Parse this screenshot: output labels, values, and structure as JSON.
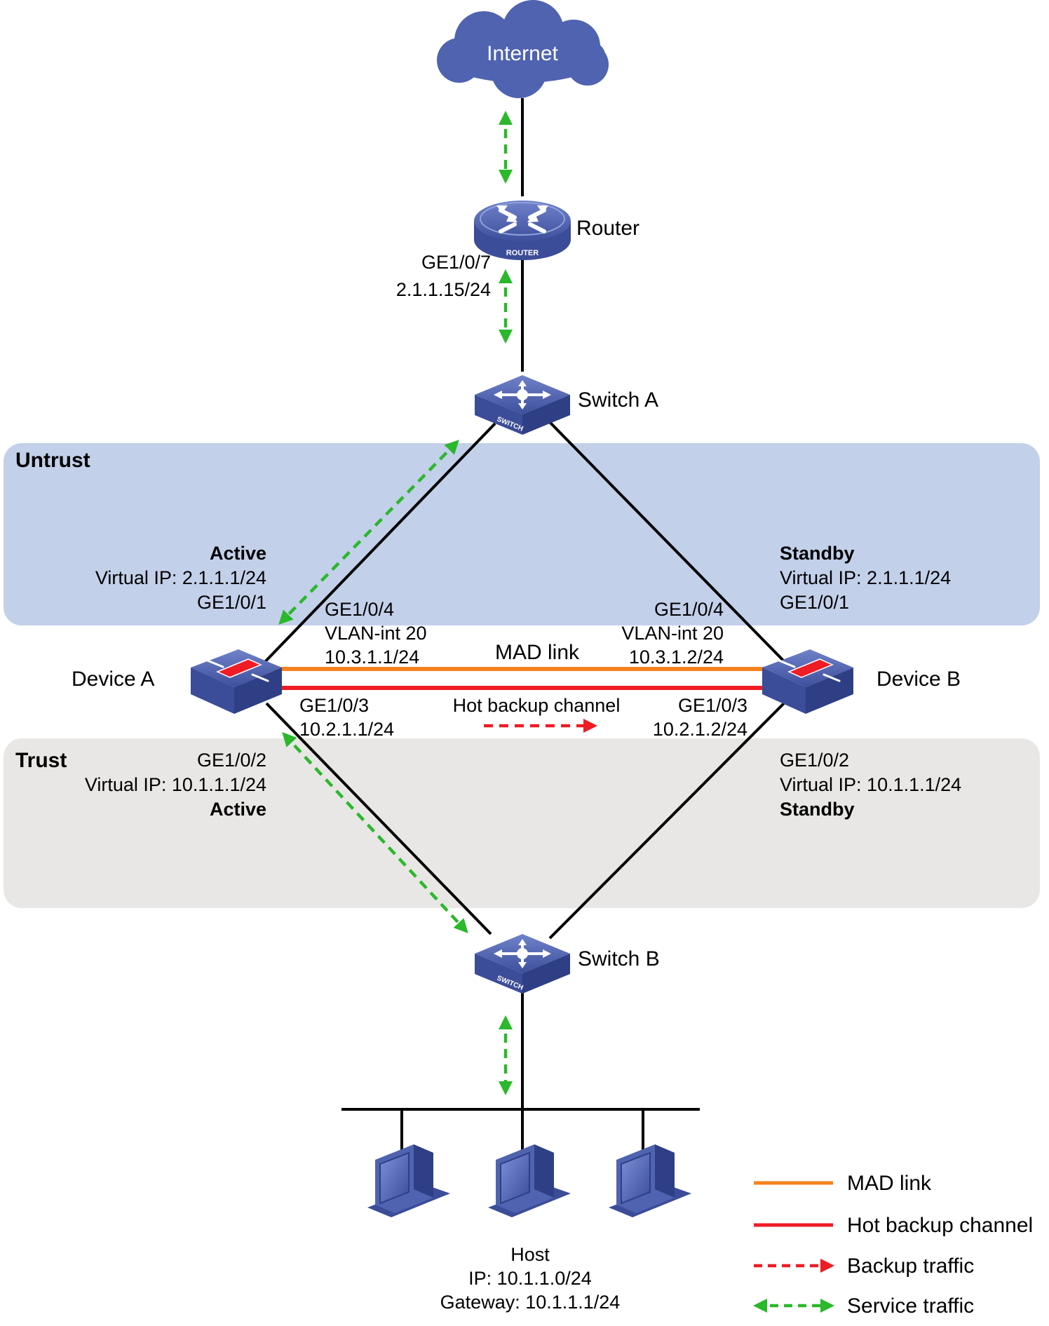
{
  "colors": {
    "untrust_zone": "#c3d0ea",
    "trust_zone": "#e8e7e5",
    "device_blue": "#4f63b0",
    "mad_link": "#f5821f",
    "hot_backup": "#ee1c25",
    "service_traffic": "#2bb82b",
    "cable": "#000000"
  },
  "zones": {
    "untrust": "Untrust",
    "trust": "Trust"
  },
  "nodes": {
    "internet": "Internet",
    "router": "Router",
    "router_badge": "ROUTER",
    "switch_a": "Switch A",
    "switch_b": "Switch B",
    "switch_badge": "SWITCH",
    "device_a": "Device A",
    "device_b": "Device B",
    "host": "Host",
    "host_ip": "IP: 10.1.1.0/24",
    "host_gateway": "Gateway: 10.1.1.1/24"
  },
  "router_if": {
    "port": "GE1/0/7",
    "ip": "2.1.1.15/24"
  },
  "device_a": {
    "untrust_role": "Active",
    "untrust_vip": "Virtual IP: 2.1.1.1/24",
    "untrust_port": "GE1/0/1",
    "mad_port": "GE1/0/4",
    "mad_vlan": "VLAN-int 20",
    "mad_ip": "10.3.1.1/24",
    "hb_port": "GE1/0/3",
    "hb_ip": "10.2.1.1/24",
    "trust_port": "GE1/0/2",
    "trust_vip": "Virtual IP: 10.1.1.1/24",
    "trust_role": "Active"
  },
  "device_b": {
    "untrust_role": "Standby",
    "untrust_vip": "Virtual IP: 2.1.1.1/24",
    "untrust_port": "GE1/0/1",
    "mad_port": "GE1/0/4",
    "mad_vlan": "VLAN-int 20",
    "mad_ip": "10.3.1.2/24",
    "hb_port": "GE1/0/3",
    "hb_ip": "10.2.1.2/24",
    "trust_port": "GE1/0/2",
    "trust_vip": "Virtual IP: 10.1.1.1/24",
    "trust_role": "Standby"
  },
  "links": {
    "mad_link": "MAD link",
    "hot_backup_channel": "Hot backup channel"
  },
  "legend": {
    "mad_link": "MAD link",
    "hot_backup_channel": "Hot backup channel",
    "backup_traffic": "Backup traffic",
    "service_traffic": "Service traffic"
  }
}
